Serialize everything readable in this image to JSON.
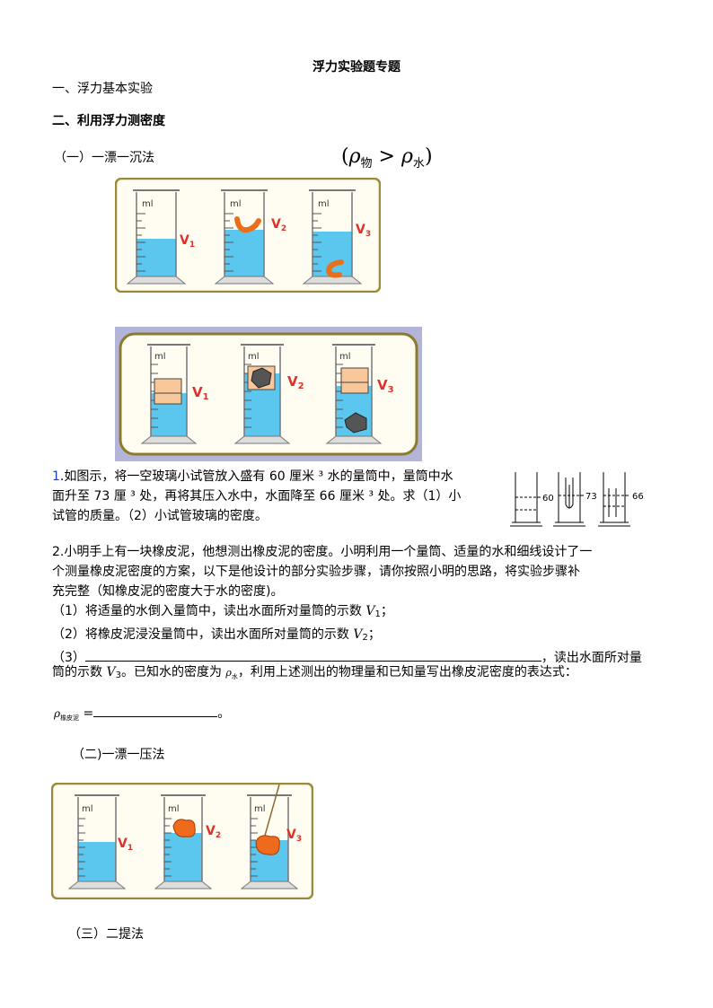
{
  "doc": {
    "title": "浮力实验题专题",
    "section1": "一、浮力基本实验",
    "section2": "二、利用浮力测密度",
    "method1": "（一）一漂一沉法",
    "formula": {
      "rho": "ρ",
      "sub_obj": "物",
      "gt": ">",
      "sub_water": "水",
      "lparen": "(",
      "rparen": ")"
    },
    "figures": {
      "ml": "ml",
      "v_letter": "V",
      "v_subs": [
        "1",
        "2",
        "3"
      ],
      "tube_readings": [
        "60",
        "73",
        "66"
      ]
    },
    "q1": {
      "num": "1",
      "line1": ".如图示，将一空玻璃小试管放入盛有 60 厘米 ³ 水的量筒中，量筒中水",
      "line2": "面升至 73 厘 ³ 处，再将其压入水中，水面降至 66 厘米 ³ 处。求（1）小",
      "line3": "试管的质量。（2）小试管玻璃的密度。"
    },
    "q2": {
      "line1": "2.小明手上有一块橡皮泥，他想测出橡皮泥的密度。小明利用一个量筒、适量的水和细线设计了一",
      "line2": "个测量橡皮泥密度的方案，以下是他设计的部分实验步骤，请你按照小明的思路，将实验步骤补",
      "line3": "充完整（知橡皮泥的密度大于水的密度)。",
      "step1": "（1）将适量的水倒入量筒中，读出水面所对量筒的示数 ",
      "step1_var": "V",
      "step1_sub": "1",
      "step1_end": "；",
      "step2": "（2）将橡皮泥浸没量筒中，读出水面所对量筒的示数 ",
      "step2_var": "V",
      "step2_sub": "2",
      "step2_end": "；",
      "step3_label": "（3）",
      "step3_tail": "，读出水面所对量",
      "line_v3_a": "筒的示数 ",
      "line_v3_var": "V",
      "line_v3_sub": "3",
      "line_v3_b": "。已知水的密度为 ",
      "rho_water": "ρ",
      "rho_water_sub": "水",
      "line_v3_c": "，利用上述测出的物理量和已知量写出橡皮泥密度的表达式：",
      "answer_rho": "ρ",
      "answer_sub": "橡皮泥",
      "answer_eq": " =",
      "answer_end": "。"
    },
    "method2": "（二)一漂一压法",
    "method3": "（三）二提法"
  }
}
